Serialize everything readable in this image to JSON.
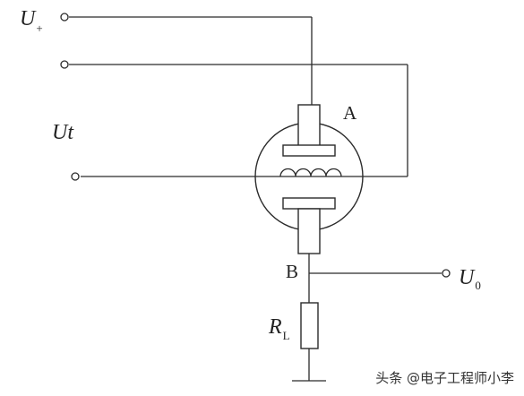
{
  "labels": {
    "u_plus_main": "U",
    "u_plus_sub": "+",
    "ut": "Ut",
    "node_a": "A",
    "node_b": "B",
    "u0_main": "U",
    "u0_sub": "0",
    "rl_main": "R",
    "rl_sub": "L"
  },
  "watermark": "头条 @电子工程师小李",
  "colors": {
    "line": "#2b2b2b",
    "background": "#ffffff"
  }
}
